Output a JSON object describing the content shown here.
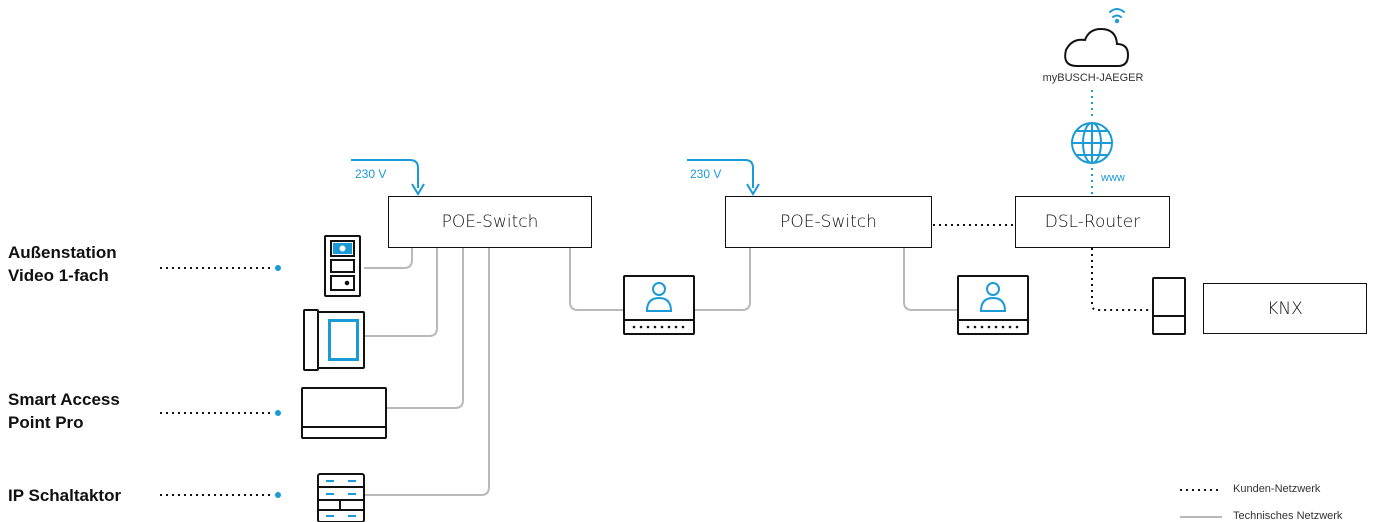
{
  "devices": {
    "outdoor_station_label": "Außenstation\nVideo 1-fach",
    "access_point_label": "Smart Access\nPoint Pro",
    "ip_actuator_label": "IP Schaltaktor"
  },
  "boxes": {
    "poe_switch_1": "POE-Switch",
    "poe_switch_2": "POE-Switch",
    "dsl_router": "DSL-Router",
    "knx": "KNX"
  },
  "power": {
    "voltage_1": "230 V",
    "voltage_2": "230 V"
  },
  "cloud": {
    "name": "myBUSCH-JAEGER",
    "www": "www"
  },
  "legend": {
    "customer_network": "Kunden-Netzwerk",
    "technical_network": "Technisches Netzwerk"
  },
  "colors": {
    "accent_blue": "#1a9ad6",
    "line_gray": "#b9b9b9",
    "stroke_black": "#111111"
  }
}
